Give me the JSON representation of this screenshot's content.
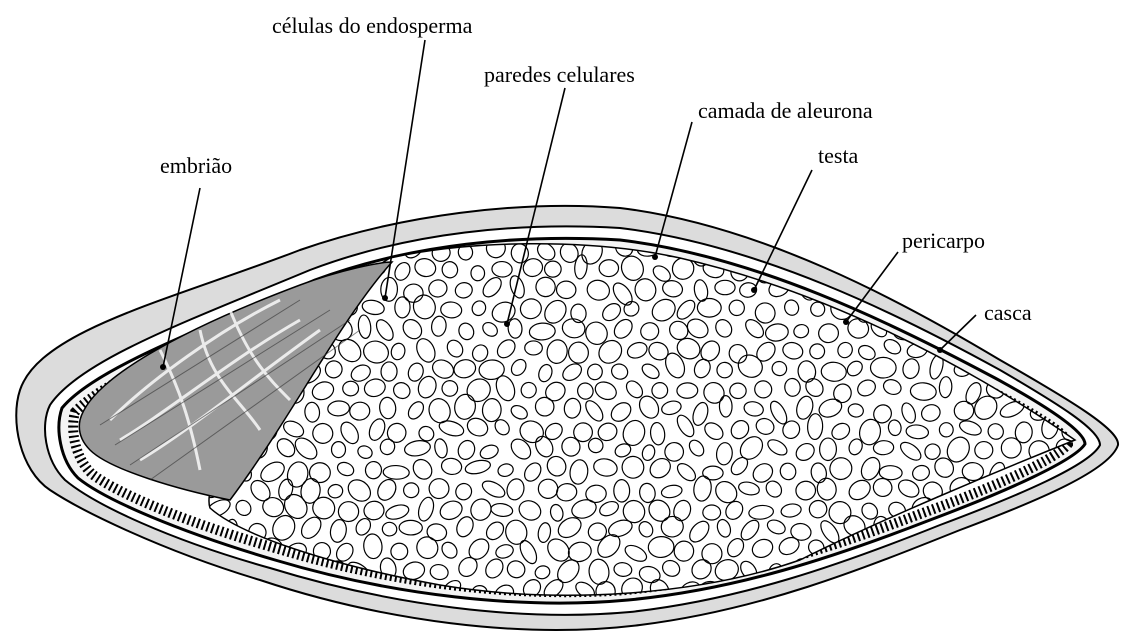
{
  "labels": {
    "celulas_endosperma": "células do endosperma",
    "paredes_celulares": "paredes celulares",
    "camada_aleurona": "camada de aleurona",
    "embriao": "embrião",
    "testa": "testa",
    "pericarpo": "pericarpo",
    "casca": "casca"
  },
  "colors": {
    "ink": "#000000",
    "background": "#ffffff",
    "husk_shade": "#dcdcdc",
    "embryo_shade": "#9a9a9a"
  }
}
